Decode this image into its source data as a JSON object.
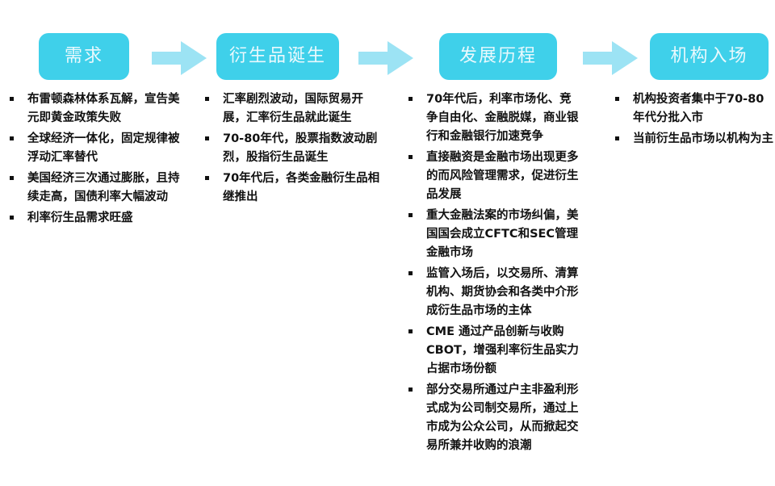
{
  "slide": {
    "background_color": "#ffffff",
    "chip_color": "#3fd0ea",
    "chip_text_color": "#eaf9fd",
    "arrow_color": "#9ce3f4",
    "bullet_text_color": "#111111"
  },
  "stages": [
    {
      "id": "stage-demand",
      "title": "需求",
      "bullets": [
        "布雷顿森林体系瓦解，宣告美元即黄金政策失败",
        "全球经济一体化，固定规律被浮动汇率替代",
        "美国经济三次通过膨胀，且持续走高，国债利率大幅波动",
        "利率衍生品需求旺盛"
      ]
    },
    {
      "id": "stage-birth",
      "title": "衍生品诞生",
      "bullets": [
        "汇率剧烈波动，国际贸易开展，汇率衍生品就此诞生",
        "70-80年代，股票指数波动剧烈，股指衍生品诞生",
        "70年代后，各类金融衍生品相继推出"
      ]
    },
    {
      "id": "stage-development",
      "title": "发展历程",
      "bullets": [
        "70年代后，利率市场化、竞争自由化、金融脱媒，商业银行和金融银行加速竞争",
        "直接融资是金融市场出现更多的而风险管理需求，促进衍生品发展",
        "重大金融法案的市场纠偏，美国国会成立CFTC和SEC管理金融市场",
        "监管入场后，以交易所、清算机构、期货协会和各类中介形成衍生品市场的主体",
        "CME 通过产品创新与收购CBOT，增强利率衍生品实力占据市场份额",
        "部分交易所通过户主非盈利形式成为公司制交易所，通过上市成为公众公司，从而掀起交易所兼并收购的浪潮"
      ]
    },
    {
      "id": "stage-institutions",
      "title": "机构入场",
      "bullets": [
        "机构投资者集中于70-80年代分批入市",
        "当前衍生品市场以机构为主"
      ]
    }
  ],
  "arrows": [
    {
      "id": "arrow-1",
      "name": "right-arrow-icon"
    },
    {
      "id": "arrow-2",
      "name": "right-arrow-icon"
    },
    {
      "id": "arrow-3",
      "name": "right-arrow-icon"
    }
  ]
}
